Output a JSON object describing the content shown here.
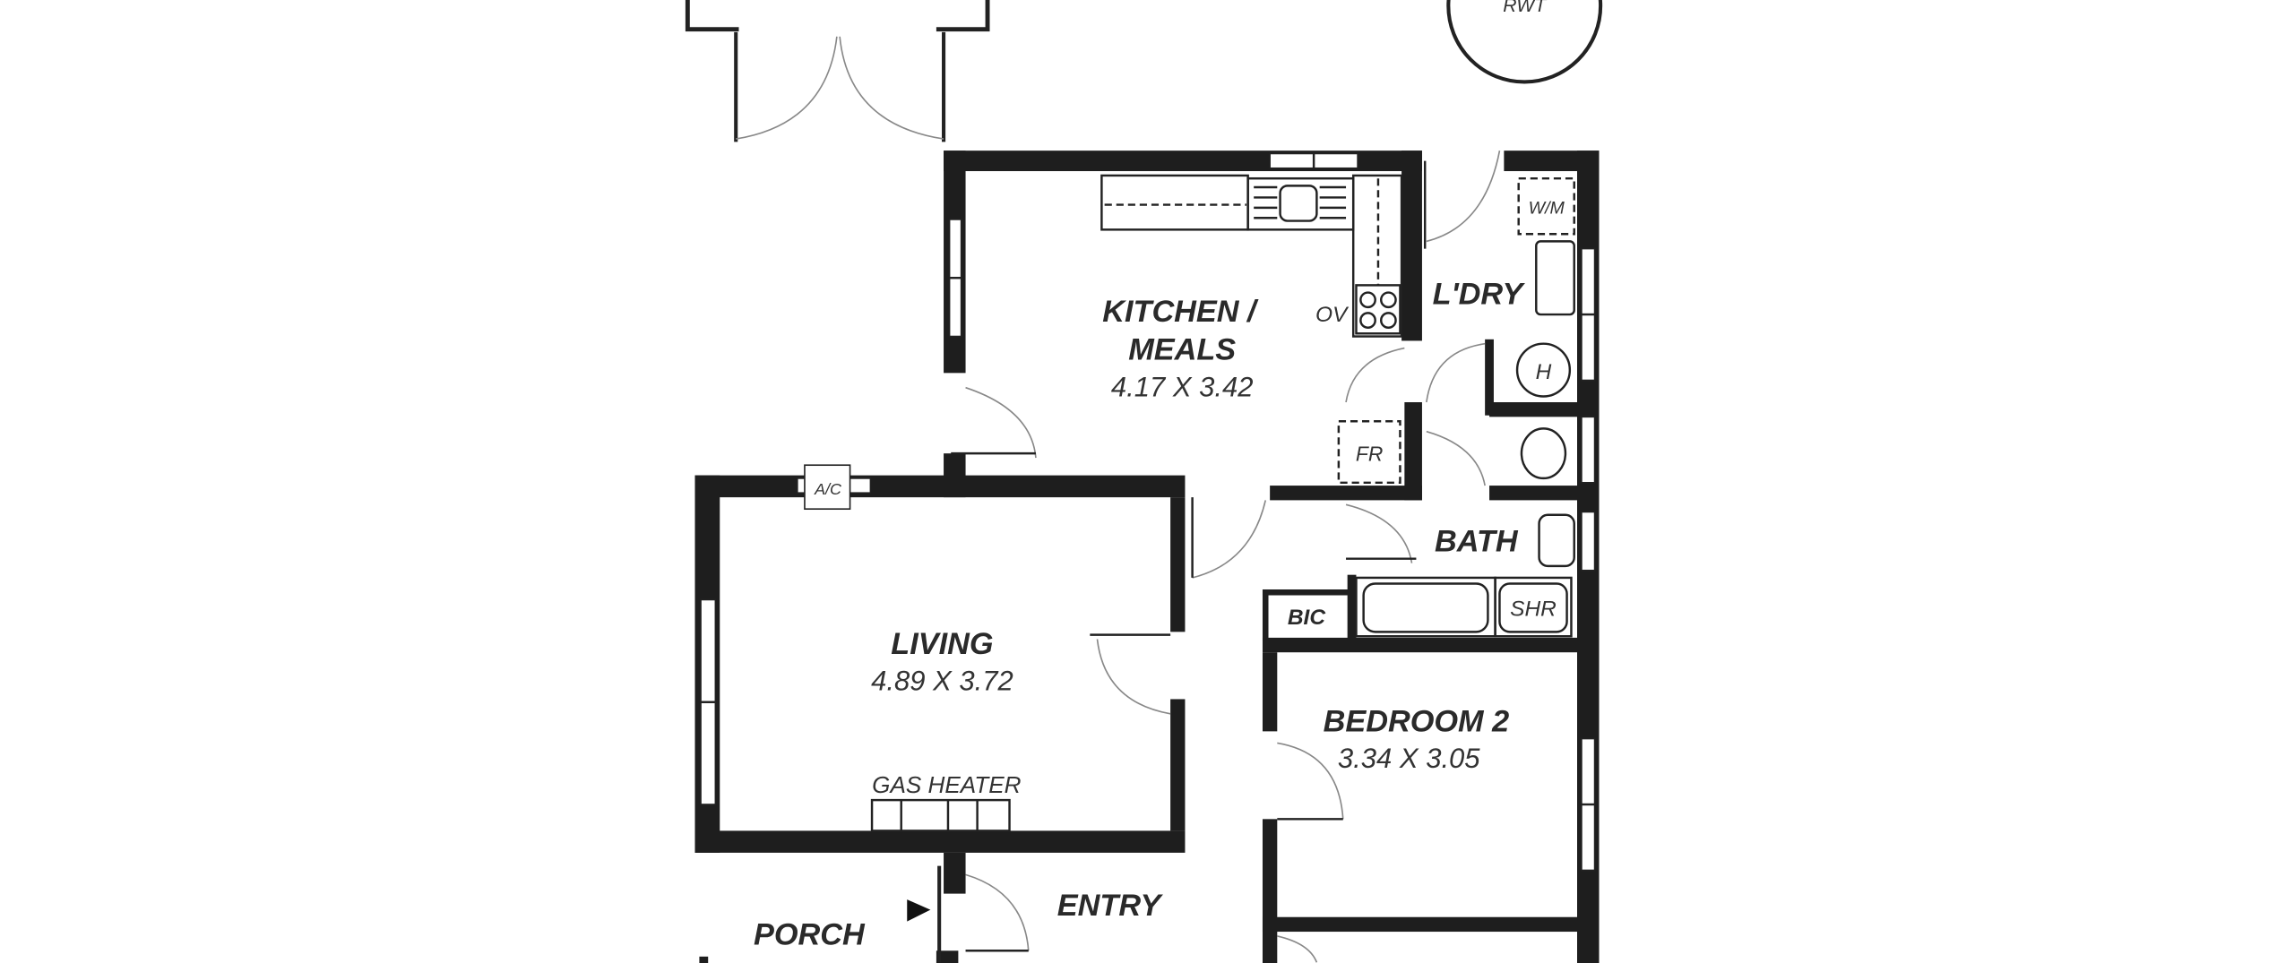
{
  "rooms": {
    "kitchen": {
      "name_line1": "KITCHEN /",
      "name_line2": "MEALS",
      "size": "4.17 X 3.42"
    },
    "laundry": {
      "name": "L'DRY"
    },
    "living": {
      "name": "LIVING",
      "size": "4.89 X 3.72"
    },
    "bath": {
      "name": "BATH"
    },
    "bedroom2": {
      "name": "BEDROOM 2",
      "size": "3.34 X 3.05"
    },
    "entry": {
      "name": "ENTRY"
    },
    "porch": {
      "name": "PORCH"
    }
  },
  "fixtures": {
    "rwt": "RWT",
    "oven": "OV",
    "washing_machine": "W/M",
    "fridge": "FR",
    "hot_water": "H",
    "air_conditioner": "A/C",
    "gas_heater": "GAS HEATER",
    "bic": "BIC",
    "shower": "SHR"
  }
}
